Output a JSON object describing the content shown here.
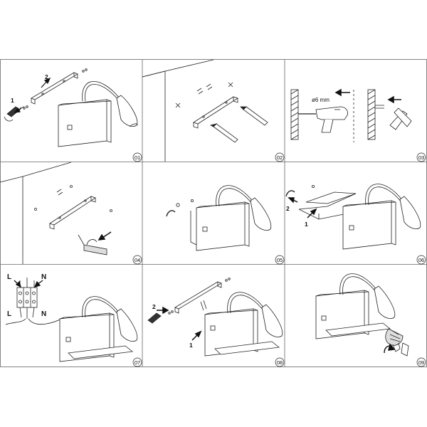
{
  "panels": [
    {
      "step": "01",
      "callouts": [
        "1",
        "2"
      ]
    },
    {
      "step": "02"
    },
    {
      "step": "03",
      "drill_label": "ø6 mm"
    },
    {
      "step": "04"
    },
    {
      "step": "05"
    },
    {
      "step": "06",
      "callouts": [
        "2",
        "1"
      ]
    },
    {
      "step": "07",
      "wiring": [
        "L",
        "N",
        "L",
        "N"
      ]
    },
    {
      "step": "08",
      "callouts": [
        "2",
        "1"
      ]
    },
    {
      "step": "09"
    }
  ],
  "colors": {
    "line": "#222222",
    "frame": "#666666",
    "wall_shade": "#e8e8e8"
  }
}
